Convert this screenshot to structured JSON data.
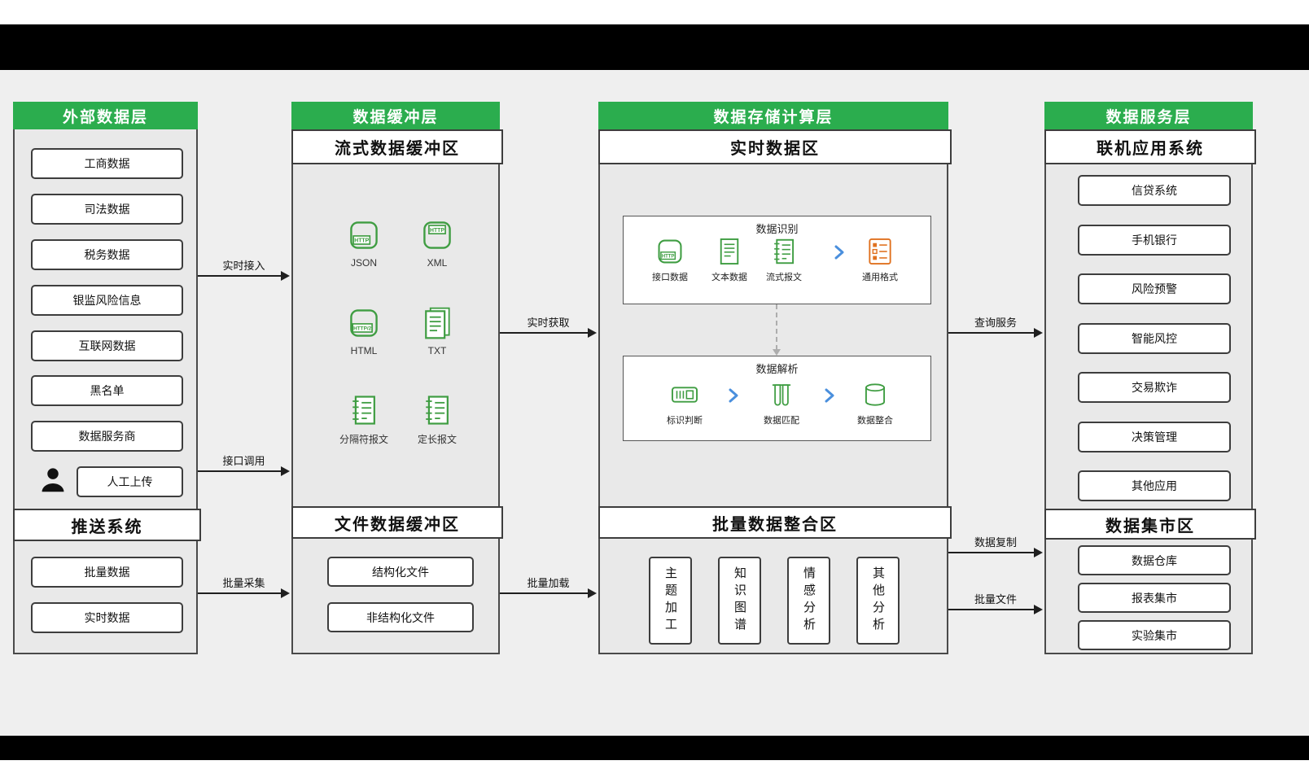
{
  "layers": {
    "external": {
      "title": "外部数据层",
      "items": [
        "工商数据",
        "司法数据",
        "税务数据",
        "银监风险信息",
        "互联网数据",
        "黑名单",
        "数据服务商"
      ],
      "manual_upload": "人工上传",
      "push_system": {
        "title": "推送系统",
        "items": [
          "批量数据",
          "实时数据"
        ]
      }
    },
    "buffer": {
      "title": "数据缓冲层",
      "stream_zone": {
        "title": "流式数据缓冲区",
        "formats": [
          "JSON",
          "XML",
          "HTML",
          "TXT",
          "分隔符报文",
          "定长报文"
        ]
      },
      "file_zone": {
        "title": "文件数据缓冲区",
        "items": [
          "结构化文件",
          "非结构化文件"
        ]
      }
    },
    "storage": {
      "title": "数据存储计算层",
      "realtime_zone": {
        "title": "实时数据区",
        "recognition": {
          "title": "数据识别",
          "items": [
            "接口数据",
            "文本数据",
            "流式报文",
            "通用格式"
          ]
        },
        "parsing": {
          "title": "数据解析",
          "items": [
            "标识判断",
            "数据匹配",
            "数据整合"
          ]
        }
      },
      "batch_zone": {
        "title": "批量数据整合区",
        "items": [
          "主题加工",
          "知识图谱",
          "情感分析",
          "其他分析"
        ]
      }
    },
    "service": {
      "title": "数据服务层",
      "online_zone": {
        "title": "联机应用系统",
        "items": [
          "信贷系统",
          "手机银行",
          "风险预警",
          "智能风控",
          "交易欺诈",
          "决策管理",
          "其他应用"
        ]
      },
      "mart_zone": {
        "title": "数据集市区",
        "items": [
          "数据仓库",
          "报表集市",
          "实验集市"
        ]
      }
    }
  },
  "arrows": {
    "realtime_access": "实时接入",
    "interface_call": "接口调用",
    "batch_collect": "批量采集",
    "realtime_fetch": "实时获取",
    "batch_load": "批量加载",
    "query_service": "查询服务",
    "data_copy": "数据复制",
    "batch_file": "批量文件"
  },
  "icon_badges": {
    "http": "HTTP",
    "http2": "HTTP/2"
  },
  "colors": {
    "header_green": "#2bad4e",
    "icon_green": "#3f9d42",
    "accent_orange": "#e0711f",
    "chevron_blue": "#4a8fdd"
  }
}
